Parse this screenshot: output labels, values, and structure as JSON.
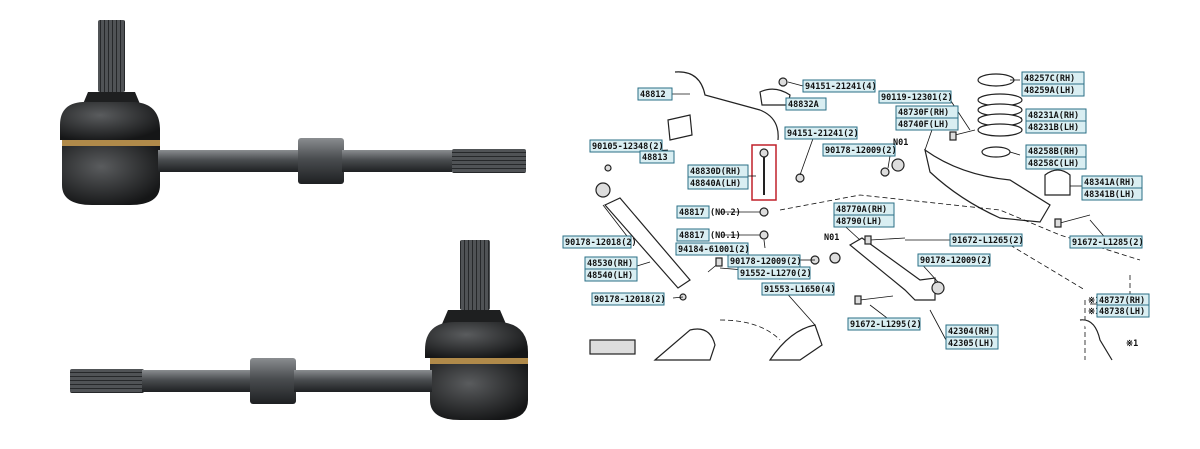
{
  "photo": {
    "description_hidden": true
  },
  "diagram": {
    "labels": [
      {
        "id": "l48812",
        "text": "48812"
      },
      {
        "id": "l94151a",
        "text": "94151-21241(4)"
      },
      {
        "id": "l48832a",
        "text": "48832A"
      },
      {
        "id": "l90119",
        "text": "90119-12301(2)"
      },
      {
        "id": "l48257",
        "text": "48257C(RH)"
      },
      {
        "id": "l48259",
        "text": "48259A(LH)"
      },
      {
        "id": "l48730",
        "text": "48730F(RH)"
      },
      {
        "id": "l48740",
        "text": "48740F(LH)"
      },
      {
        "id": "l48231",
        "text": "48231A(RH)"
      },
      {
        "id": "l48231b",
        "text": "48231B(LH)"
      },
      {
        "id": "l94151b",
        "text": "94151-21241(2)"
      },
      {
        "id": "l90105",
        "text": "90105-12348(2)"
      },
      {
        "id": "l48813",
        "text": "48813"
      },
      {
        "id": "l90178a",
        "text": "90178-12009(2)"
      },
      {
        "id": "l48258",
        "text": "48258B(RH)"
      },
      {
        "id": "l48258c",
        "text": "48258C(LH)"
      },
      {
        "id": "l48830",
        "text": "48830D(RH)"
      },
      {
        "id": "l48840",
        "text": "48840A(LH)"
      },
      {
        "id": "l48341",
        "text": "48341A(RH)"
      },
      {
        "id": "l48341b",
        "text": "48341B(LH)"
      },
      {
        "id": "l48817a",
        "text": "48817"
      },
      {
        "id": "l48770",
        "text": "48770A(RH)"
      },
      {
        "id": "l48790",
        "text": "48790(LH)"
      },
      {
        "id": "l48817b",
        "text": "48817"
      },
      {
        "id": "l90178b",
        "text": "90178-12018(2)"
      },
      {
        "id": "l94184",
        "text": "94184-61001(2)"
      },
      {
        "id": "l91672a",
        "text": "91672-L1265(2)"
      },
      {
        "id": "l91672b",
        "text": "91672-L1285(2)"
      },
      {
        "id": "l90178c",
        "text": "90178-12009(2)"
      },
      {
        "id": "l48530",
        "text": "48530(RH)"
      },
      {
        "id": "l48540",
        "text": "48540(LH)"
      },
      {
        "id": "l91552",
        "text": "91552-L1270(2)"
      },
      {
        "id": "l90178d",
        "text": "90178-12009(2)"
      },
      {
        "id": "l91553",
        "text": "91553-L1650(4)"
      },
      {
        "id": "l90178e",
        "text": "90178-12018(2)"
      },
      {
        "id": "l48737",
        "text": "48737(RH)"
      },
      {
        "id": "l48738",
        "text": "48738(LH)"
      },
      {
        "id": "l91672c",
        "text": "91672-L1295(2)"
      },
      {
        "id": "l42304",
        "text": "42304(RH)"
      },
      {
        "id": "l42305",
        "text": "42305(LH)"
      }
    ],
    "annotations": {
      "no2": "(NO.2)",
      "no1": "(NO.1)",
      "n01a": "N01",
      "n01b": "N01",
      "star1": "※1",
      "star2": "※1",
      "star3": "※1"
    }
  }
}
